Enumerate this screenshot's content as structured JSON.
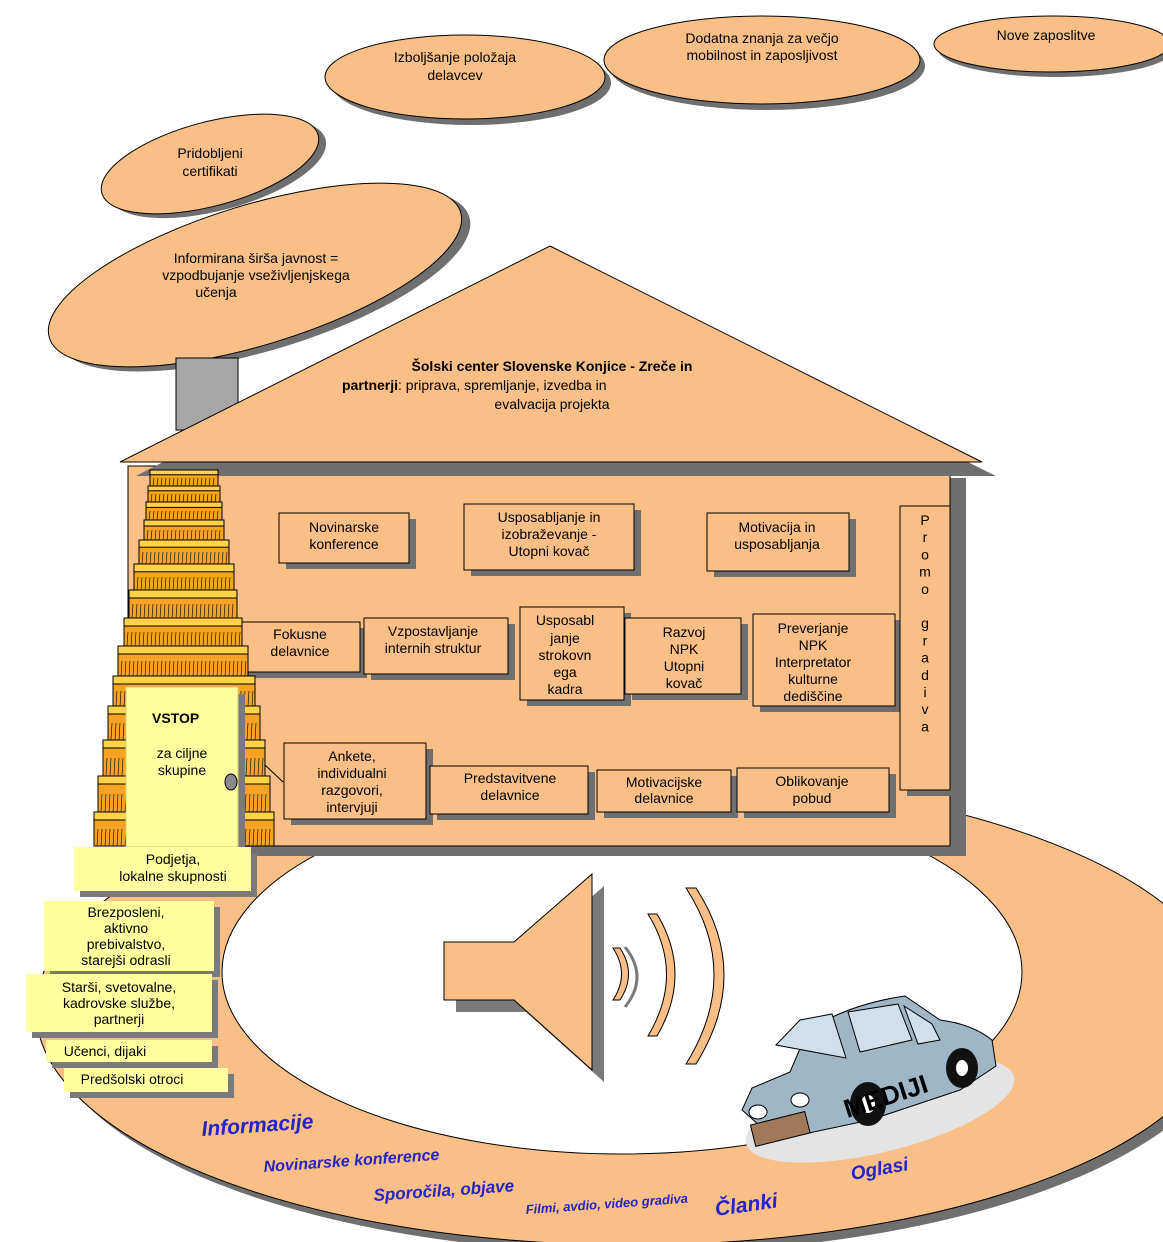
{
  "clouds": [
    "Nove zaposlitve",
    [
      "Dodatna znanja za večjo",
      "mobilnost in zaposljivost"
    ],
    [
      "Izboljšanje položaja",
      "delavcev"
    ],
    [
      "Pridobljeni",
      "certifikati"
    ],
    [
      "Informirana širša javnost =",
      "vzpodbujanje vseživljenjskega",
      "učenja"
    ]
  ],
  "roof": {
    "title_bold": [
      "Šolski center Slovenske Konjice - Zreče in",
      "partnerji"
    ],
    "title_rest": [
      ": priprava, spremljanje, izvedba in",
      "evalvacija projekta"
    ]
  },
  "activities": {
    "novinarske": [
      "Novinarske",
      "konference"
    ],
    "usposabljanje": [
      "Usposabljanje in",
      "izobraževanje -",
      "Utopni kovač"
    ],
    "motivacija": [
      "Motivacija in",
      "usposabljanja"
    ],
    "fokusne": [
      "Fokusne",
      "delavnice"
    ],
    "vzpostavljanje": [
      "Vzpostavljanje",
      "internih struktur"
    ],
    "strokovni": [
      "Usposabl",
      "janje",
      "strokovn",
      "ega",
      "kadra"
    ],
    "razvoj": [
      "Razvoj",
      "NPK",
      "Utopni",
      "kovač"
    ],
    "preverjanje": [
      "Preverjanje",
      "NPK",
      "Interpretator",
      "kulturne",
      "dediščine"
    ],
    "ankete": [
      "Ankete,",
      "individualni",
      "razgovori,",
      "intervjuji"
    ],
    "predstavitvene": [
      "Predstavitvene",
      "delavnice"
    ],
    "motivacijske": [
      "Motivacijske",
      "delavnice"
    ],
    "oblikovanje": [
      "Oblikovanje",
      "pobud"
    ],
    "promo": [
      "P",
      "r",
      "o",
      "m",
      "o",
      "",
      "g",
      "r",
      "a",
      "d",
      "i",
      "v",
      "a"
    ]
  },
  "door": {
    "title": "VSTOP",
    "subtitle": [
      "za ciljne",
      "skupine"
    ]
  },
  "target_groups": {
    "podjetja": [
      "Podjetja,",
      "lokalne skupnosti"
    ],
    "brezposelni": [
      "Brezposleni,",
      "aktivno",
      "prebivalstvo,",
      "starejši odrasli"
    ],
    "starsi": [
      "Starši, svetovalne,",
      "kadrovske službe,",
      "partnerji"
    ],
    "ucenci": "Učenci, dijaki",
    "predsolski": "Predšolski otroci"
  },
  "car_label": "MEDIJI",
  "ring_labels": {
    "informacije": "Informacije",
    "novinarske": "Novinarske konference",
    "sporocila": "Sporočila, objave",
    "filmi": "Filmi, avdio, video gradiva",
    "clanki": "Članki",
    "oglasi": "Oglasi"
  },
  "colors": {
    "orange": "#f9bf86",
    "yellow": "#ffffa0",
    "stairs": "#ffa000",
    "blue_text": "#2424c8",
    "car": "#9fb6c6"
  }
}
